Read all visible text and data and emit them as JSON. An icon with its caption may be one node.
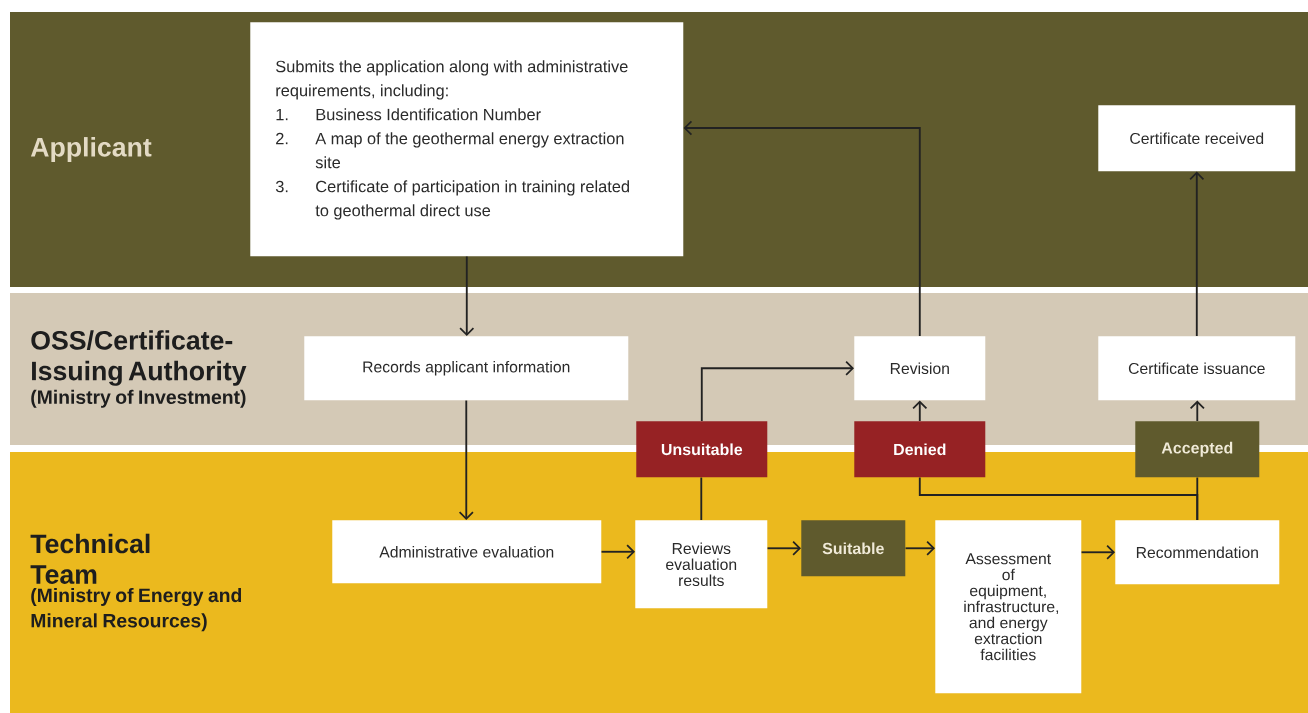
{
  "diagram": {
    "nodes": [
      {
        "text": [
          "Applicant"
        ]
      },
      {
        "text": [
          "Submits the application along with administrative requirements, including:",
          "1.",
          "Business Identification Number",
          "2.",
          "A map of the geothermal energy extraction site",
          "3.",
          "Certificate of participation in training related to geothermal direct use"
        ],
        "in": 0
      },
      {
        "text": [
          "Certificate received"
        ],
        "in": 0
      },
      {
        "text": [
          "OSS/Certificate-Issuing Authority",
          "(Ministry of Investment)"
        ]
      },
      {
        "text": [
          "Records applicant information"
        ],
        "in": 3
      },
      {
        "text": [
          "Revision"
        ],
        "in": 3
      },
      {
        "text": [
          "Certificate issuance"
        ],
        "in": 3
      },
      {
        "text": [
          "Technical Team",
          "(Ministry of Energy and Mineral Resources)"
        ]
      },
      {
        "text": [
          "Administrative evaluation"
        ],
        "in": 7
      },
      {
        "text": [
          "Reviews evaluation results"
        ],
        "in": 7
      },
      {
        "text": [
          "Suitable"
        ],
        "in": 7
      },
      {
        "text": [
          "Assessment of equipment, infrastructure, and energy extraction facilities"
        ],
        "in": 7
      },
      {
        "text": [
          "Recommendation"
        ],
        "in": 7
      },
      {
        "text": [
          "Unsuitable"
        ]
      },
      {
        "text": [
          "Denied"
        ]
      },
      {
        "text": [
          "Accepted"
        ]
      }
    ],
    "edges": [
      {
        "from": 1,
        "to": 4,
        "arrow": "to"
      },
      {
        "from": 4,
        "to": 8,
        "arrow": "to"
      },
      {
        "from": 8,
        "to": 9,
        "arrow": "to"
      },
      {
        "from": 9,
        "to": 10,
        "arrow": "to"
      },
      {
        "from": 10,
        "to": 11,
        "arrow": "to"
      },
      {
        "from": 11,
        "to": 12,
        "arrow": "to"
      },
      {
        "from": 9,
        "to": 13,
        "arrow": "none"
      },
      {
        "from": 13,
        "to": 5,
        "arrow": "to"
      },
      {
        "from": 12,
        "to": 15,
        "arrow": "none"
      },
      {
        "from": 15,
        "to": 6,
        "arrow": "to"
      },
      {
        "from": 12,
        "to": 14,
        "arrow": "none"
      },
      {
        "from": 14,
        "to": 5,
        "arrow": "to"
      },
      {
        "from": 5,
        "to": 1,
        "arrow": "to"
      },
      {
        "from": 6,
        "to": 2,
        "arrow": "to"
      }
    ]
  }
}
